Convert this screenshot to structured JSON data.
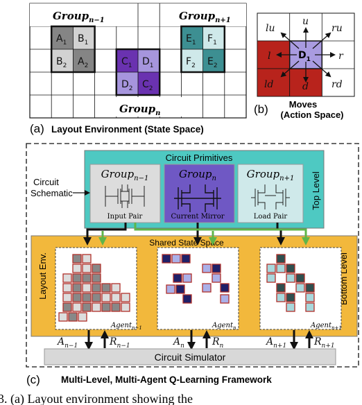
{
  "panel_a": {
    "group_prev": "Group",
    "group_prev_sub": "n−1",
    "group_next": "Group",
    "group_next_sub": "n+1",
    "group_curr": "Group",
    "group_curr_sub": "n",
    "cells_prev": [
      "A",
      "1",
      "B",
      "1",
      "B",
      "2",
      "A",
      "2"
    ],
    "cells_curr": [
      "C",
      "1",
      "D",
      "1",
      "D",
      "2",
      "C",
      "2"
    ],
    "cells_next": [
      "E",
      "1",
      "F",
      "1",
      "F",
      "2",
      "E",
      "2"
    ],
    "label": "(a)",
    "caption": "Layout Environment (State Space)",
    "colors": {
      "gray_dark": "#858585",
      "gray_light": "#d2d2d2",
      "purple_dark": "#6a32b0",
      "purple_light": "#a695dd",
      "teal_dark": "#3d8f92",
      "teal_light": "#cfe9ea"
    }
  },
  "panel_b": {
    "moves": [
      "lu",
      "u",
      "ru",
      "l",
      "r",
      "ld",
      "d",
      "rd"
    ],
    "center": "D",
    "center_sub": "1",
    "label": "(b)",
    "caption_line1": "Moves",
    "caption_line2": "(Action Space)",
    "colors": {
      "red": "#b8231c",
      "center": "#a99be0"
    }
  },
  "panel_c": {
    "top_title": "Circuit Primitives",
    "top_level": "Top Level",
    "bottom_level": "Bottom Level",
    "schematic_line1": "Circuit",
    "schematic_line2": "Schematic",
    "primitives": [
      {
        "group": "Group",
        "sub": "n−1",
        "name": "Input Pair"
      },
      {
        "group": "Group",
        "sub": "n",
        "name": "Current Mirror"
      },
      {
        "group": "Group",
        "sub": "n+1",
        "name": "Load Pair"
      }
    ],
    "shared_state": "Shared State Space",
    "layout_env": "Layout Env.",
    "agents": [
      {
        "name": "Agent",
        "sub": "n−1"
      },
      {
        "name": "Agent",
        "sub": "n"
      },
      {
        "name": "Agent",
        "sub": "n+1"
      }
    ],
    "signals": [
      {
        "a": "A",
        "a_sub": "n−1",
        "r": "R",
        "r_sub": "n−1"
      },
      {
        "a": "A",
        "a_sub": "n",
        "r": "R",
        "r_sub": "n"
      },
      {
        "a": "A",
        "a_sub": "n+1",
        "r": "R",
        "r_sub": "n+1"
      }
    ],
    "simulator": "Circuit Simulator",
    "label": "(c)",
    "caption": "Multi-Level, Multi-Agent Q-Learning Framework",
    "colors": {
      "teal_bg": "#4ec9c2",
      "orange_bg": "#f2b83c",
      "green_arrow": "#5fb54a",
      "sim_bg": "#d8d8d8"
    }
  },
  "footer_fragment": "3. (a) Layout environment showing the"
}
